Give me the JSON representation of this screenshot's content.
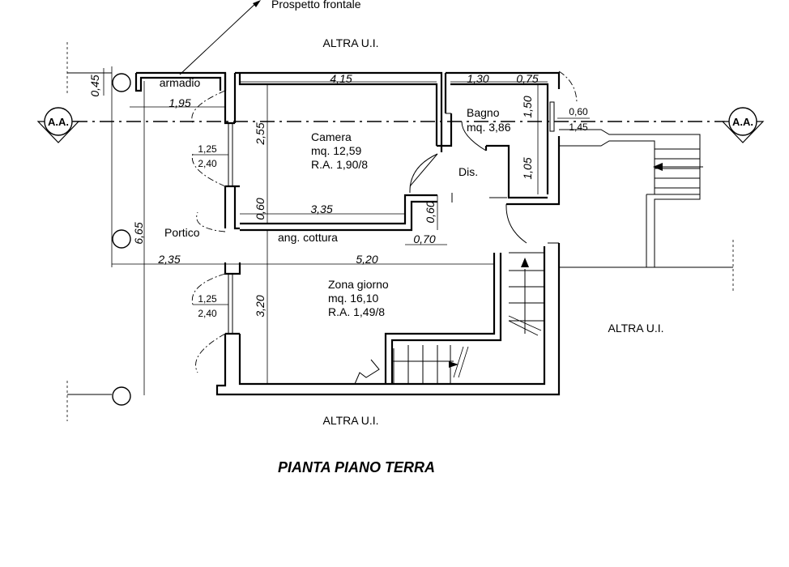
{
  "title": "PIANTA PIANO TERRA",
  "elevation_label": "Prospetto frontale",
  "section_marker": "A.A.",
  "neighbors": {
    "top": "ALTRA U.I.",
    "right": "ALTRA U.I.",
    "bottom": "ALTRA U.I."
  },
  "rooms": {
    "armadio": "armadio",
    "camera": {
      "name": "Camera",
      "area": "mq. 12,59",
      "ra": "R.A. 1,90/8"
    },
    "bagno": {
      "name": "Bagno",
      "area": "mq. 3,86"
    },
    "dis": "Dis.",
    "portico": "Portico",
    "cottura": "ang. cottura",
    "zona": {
      "name": "Zona giorno",
      "area": "mq. 16,10",
      "ra": "R.A. 1,49/8"
    }
  },
  "dimensions": {
    "d045": "0,45",
    "d195": "1,95",
    "d415": "4,15",
    "d130": "1,30",
    "d075": "0,75",
    "d150": "1,50",
    "d255": "2,55",
    "d105": "1,05",
    "d060_camera": "0,60",
    "d335": "3,35",
    "d060_door": "0,60",
    "d070": "0,70",
    "d665": "6,65",
    "d235": "2,35",
    "d520": "5,20",
    "d320": "3,20"
  },
  "windows": {
    "w_camera": [
      "1,25",
      "2,40"
    ],
    "w_zona": [
      "1,25",
      "2,40"
    ],
    "w_bagno": [
      "0,60",
      "1,45"
    ]
  }
}
